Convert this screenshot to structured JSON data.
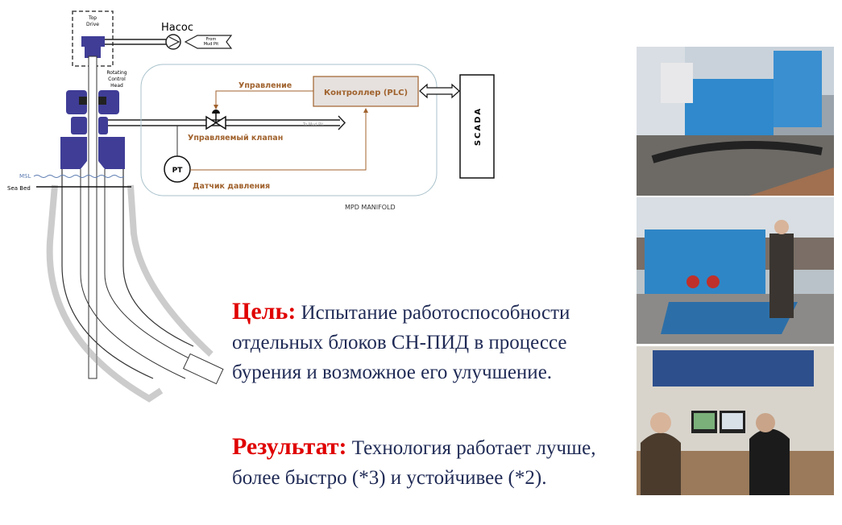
{
  "diagram": {
    "top_drive": [
      "Top",
      "Drive"
    ],
    "pump": "Насос",
    "from_mud_pit": [
      "From",
      "Mud Pit"
    ],
    "rch": [
      "Rotating",
      "Control",
      "Head"
    ],
    "msl": "MSL",
    "sea_bed": "Sea Bed",
    "control": "Управление",
    "plc": "Контроллер (PLC)",
    "valve": "Управляемый клапан",
    "to_mud_pit": "To Mud Pit",
    "pt": "PT",
    "pressure_sensor": "Датчик давления",
    "scada": "SCADA",
    "manifold": "MPD MANIFOLD",
    "colors": {
      "equipment": "#3f3d96",
      "signal": "#a0622d",
      "plc_fill": "#e6e1de"
    }
  },
  "goal": {
    "label": "Цель:",
    "text": "Испытание работоспособности отдельных блоков СН-ПИД в процессе бурения и возможное его улучшение."
  },
  "result": {
    "label": "Результат:",
    "text": "Технология работает лучше, более быстро (*3) и устойчивее (*2)."
  }
}
